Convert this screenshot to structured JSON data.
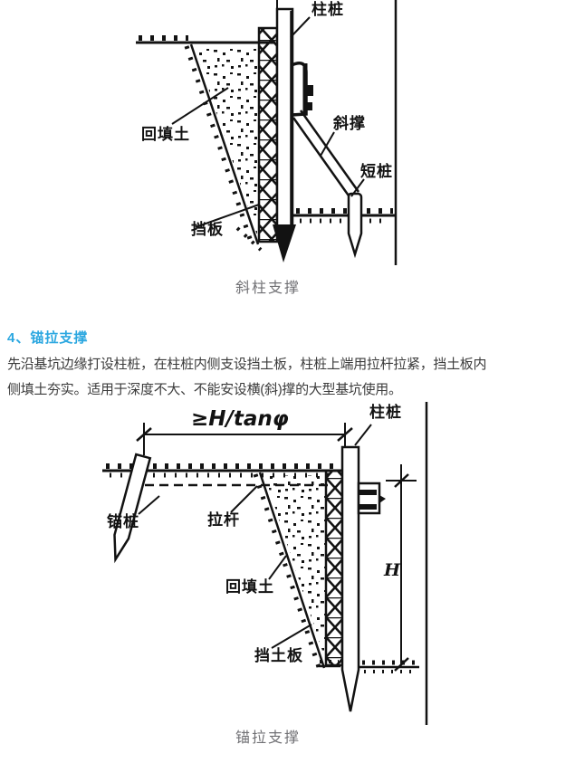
{
  "heading": {
    "text": "4、锚拉支撑"
  },
  "paragraph": {
    "line1": "先沿基坑边缘打设柱桩，在柱桩内侧支设挡土板，柱桩上端用拉杆拉紧，挡土板内",
    "line2": "侧填土夯实。适用于深度不大、不能安设横(斜)撑的大型基坑使用。"
  },
  "figure1": {
    "caption": "斜柱支撑",
    "labels": {
      "column_pile": "柱桩",
      "backfill": "回填土",
      "diagonal_brace": "斜撑",
      "short_pile": "短桩",
      "retaining_board": "挡板"
    }
  },
  "figure2": {
    "caption": "锚拉支撑",
    "dimension_label": "≥H/tanφ",
    "depth_label": "H",
    "labels": {
      "column_pile": "柱桩",
      "anchor_pile": "锚桩",
      "tie_rod": "拉杆",
      "backfill": "回填土",
      "retaining_board": "挡土板"
    }
  },
  "colors": {
    "heading_blue": "#2ba7e0",
    "body_text": "#3c3c3c",
    "caption_gray": "#707074",
    "line_black": "#121212",
    "background": "#ffffff"
  }
}
